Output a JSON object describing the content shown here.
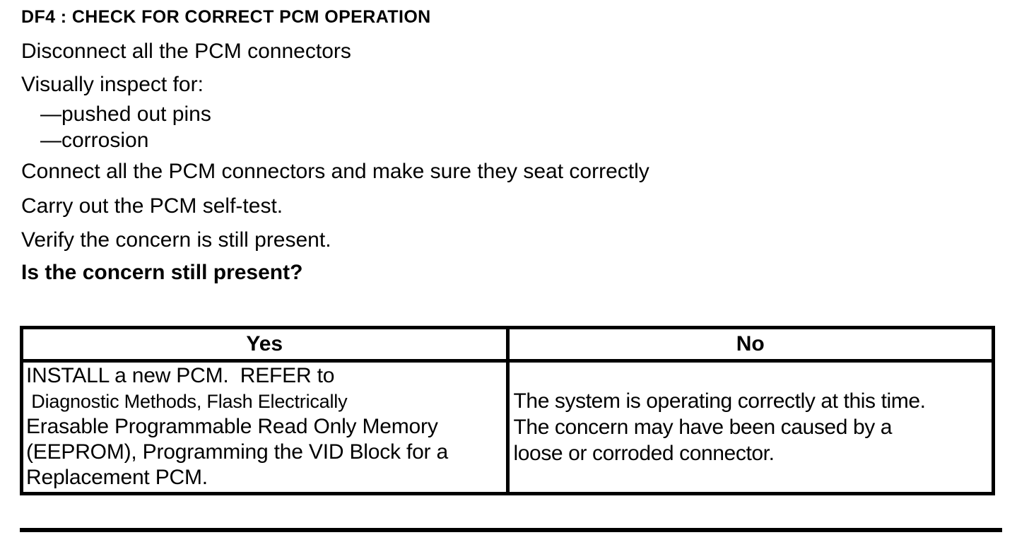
{
  "colors": {
    "text": "#000000",
    "background": "#ffffff"
  },
  "document": {
    "heading": "DF4 : CHECK FOR CORRECT PCM OPERATION",
    "procedure": {
      "line1": "Disconnect all the PCM connectors",
      "line2": "Visually inspect for:",
      "bullet1": "—pushed out pins",
      "bullet2": "—corrosion",
      "line3": "Connect all the PCM connectors and make sure they seat correctly",
      "line4": "Carry out the PCM self-test.",
      "line5": "Verify the concern is still present.",
      "question": "Is the concern still present?"
    },
    "result_table": {
      "yes_header": "Yes",
      "no_header": "No",
      "yes_lines": [
        "INSTALL a new PCM.  REFER to",
        " Diagnostic Methods, Flash Electrically",
        "Erasable Programmable Read Only Memory",
        "(EEPROM), Programming the VID Block for a",
        "Replacement PCM."
      ],
      "no_lines": [
        "The system is operating correctly at this time.",
        "The concern may have been caused by a",
        "loose or corroded connector."
      ]
    }
  }
}
